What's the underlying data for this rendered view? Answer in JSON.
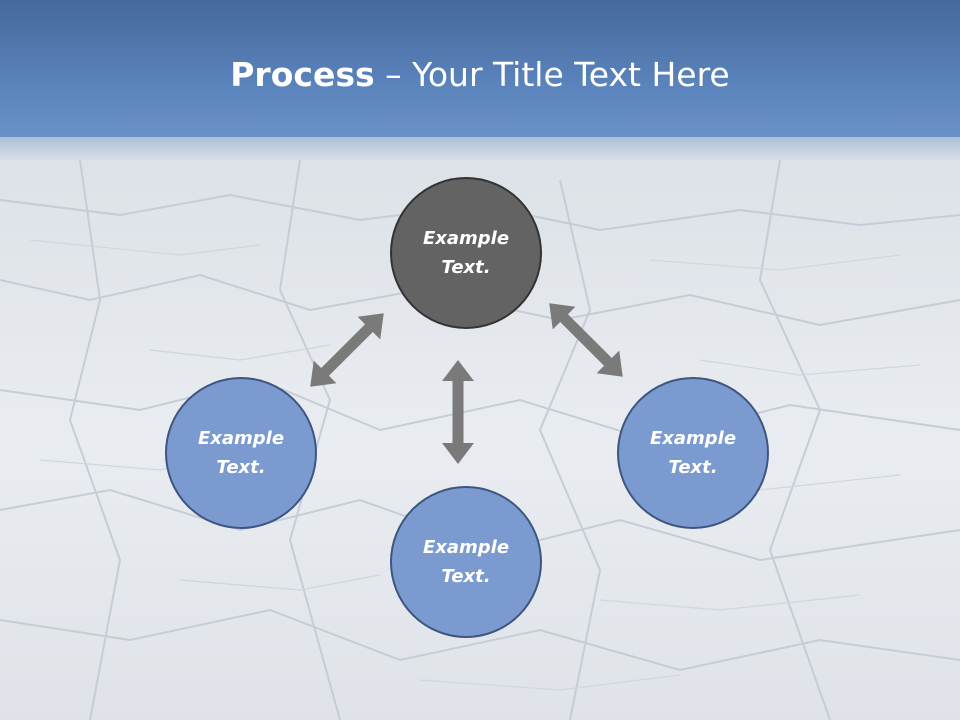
{
  "slide": {
    "title_bold": "Process",
    "title_rest": " – Your Title Text Here"
  },
  "nodes": [
    {
      "id": "top",
      "label": "Example\nText.",
      "color": "#636363"
    },
    {
      "id": "left",
      "label": "Example\nText.",
      "color": "#7b9bd0"
    },
    {
      "id": "right",
      "label": "Example\nText.",
      "color": "#7b9bd0"
    },
    {
      "id": "bottom",
      "label": "Example\nText.",
      "color": "#7b9bd0"
    }
  ],
  "colors": {
    "header": "#5a82bb",
    "node_fill": "#7b9bd0",
    "node_border": "#3e5580",
    "center_fill": "#636363",
    "arrow": "#7a7a7a"
  },
  "icons": [
    "double-arrow-icon"
  ]
}
